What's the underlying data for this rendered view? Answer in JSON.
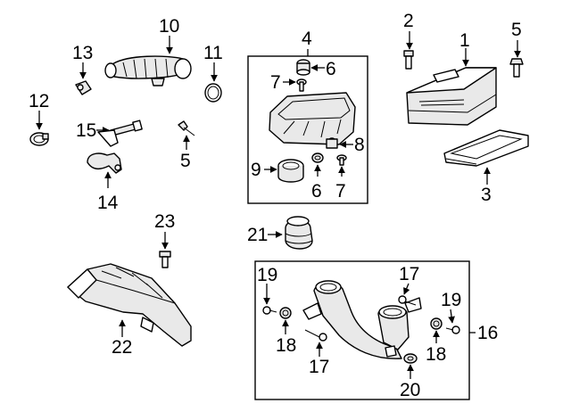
{
  "diagram": {
    "callouts": [
      {
        "id": "c1",
        "text": "1"
      },
      {
        "id": "c2",
        "text": "2"
      },
      {
        "id": "c3",
        "text": "3"
      },
      {
        "id": "c4",
        "text": "4"
      },
      {
        "id": "c5a",
        "text": "5"
      },
      {
        "id": "c5b",
        "text": "5"
      },
      {
        "id": "c6a",
        "text": "6"
      },
      {
        "id": "c6b",
        "text": "6"
      },
      {
        "id": "c7a",
        "text": "7"
      },
      {
        "id": "c7b",
        "text": "7"
      },
      {
        "id": "c8",
        "text": "8"
      },
      {
        "id": "c9",
        "text": "9"
      },
      {
        "id": "c10",
        "text": "10"
      },
      {
        "id": "c11",
        "text": "11"
      },
      {
        "id": "c12",
        "text": "12"
      },
      {
        "id": "c13",
        "text": "13"
      },
      {
        "id": "c14",
        "text": "14"
      },
      {
        "id": "c15",
        "text": "15"
      },
      {
        "id": "c16",
        "text": "16"
      },
      {
        "id": "c17a",
        "text": "17"
      },
      {
        "id": "c17b",
        "text": "17"
      },
      {
        "id": "c18a",
        "text": "18"
      },
      {
        "id": "c18b",
        "text": "18"
      },
      {
        "id": "c19a",
        "text": "19"
      },
      {
        "id": "c19b",
        "text": "19"
      },
      {
        "id": "c20",
        "text": "20"
      },
      {
        "id": "c21",
        "text": "21"
      },
      {
        "id": "c22",
        "text": "22"
      },
      {
        "id": "c23",
        "text": "23"
      }
    ]
  }
}
